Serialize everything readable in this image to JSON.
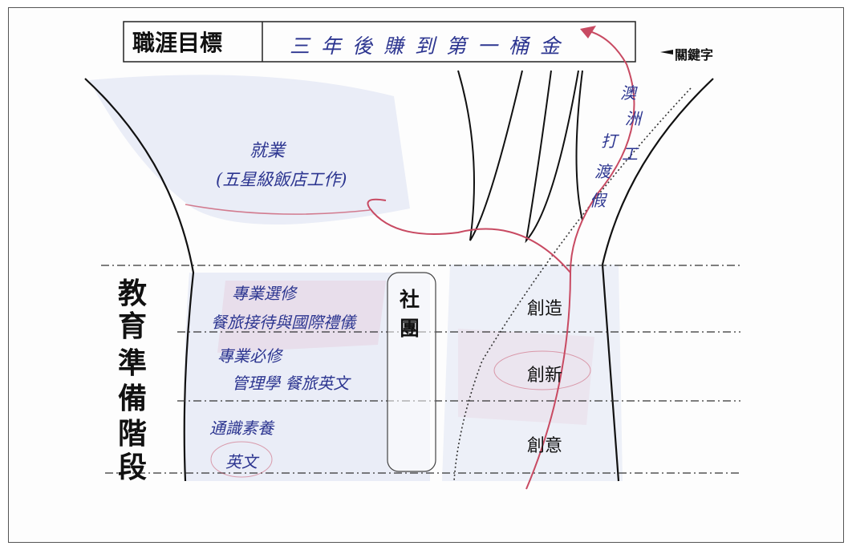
{
  "title_box": {
    "label": "職涯目標",
    "goal": "三年後賺到第一桶金"
  },
  "keyword_label": "關鍵字",
  "stage": {
    "label": "教育準備階段",
    "chars": [
      "教",
      "育",
      "準",
      "備",
      "階",
      "段"
    ]
  },
  "club": {
    "chars": [
      "社",
      "團"
    ]
  },
  "pathway": {
    "job_title": "就業",
    "job_detail": "(五星級飯店工作)",
    "overseas": [
      "澳",
      "洲",
      "打",
      "工",
      "渡",
      "假"
    ]
  },
  "courses": [
    {
      "header": "專業選修",
      "detail": "餐旅接待與國際禮儀"
    },
    {
      "header": "專業必修",
      "detail": "管理學 餐旅英文"
    },
    {
      "header": "通識素養",
      "detail": "英文"
    }
  ],
  "levels": [
    "創造",
    "創新",
    "創意"
  ],
  "colors": {
    "ink": "#2c3590",
    "red_arrow": "#c84a62",
    "line": "#222222",
    "wash": "#c7cdea",
    "pink": "#e6c3d4"
  }
}
